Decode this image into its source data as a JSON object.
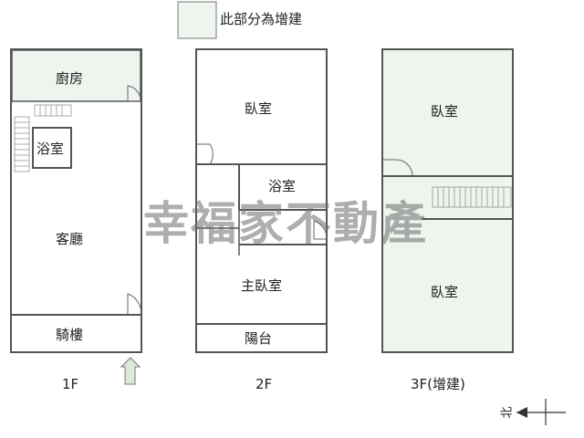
{
  "legend": {
    "text": "此部分為增建",
    "swatch_color": "#eef4ee"
  },
  "floors": {
    "f1": {
      "label": "1F",
      "rooms": {
        "kitchen": "廚房",
        "bath": "浴室",
        "living": "客廳",
        "arcade": "騎樓"
      }
    },
    "f2": {
      "label": "2F",
      "rooms": {
        "bedroom": "臥室",
        "bath": "浴室",
        "master": "主臥室",
        "balcony": "陽台"
      }
    },
    "f3": {
      "label": "3F(增建)",
      "rooms": {
        "bedroom_top": "臥室",
        "bedroom_bottom": "臥室"
      }
    }
  },
  "watermark": "幸福家不動產",
  "compass": {
    "label": "北"
  },
  "colors": {
    "extension_fill": "#eef4ee",
    "wall": "#555555",
    "arrow_fill": "#dde8d6"
  }
}
